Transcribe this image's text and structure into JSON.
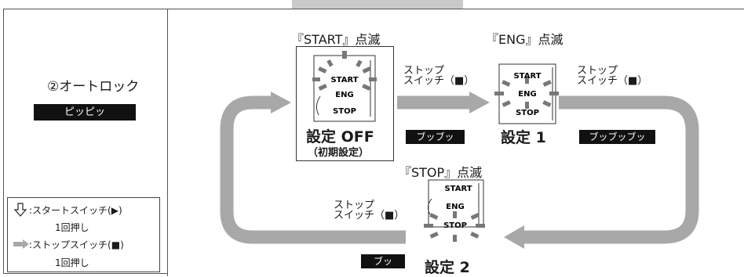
{
  "left_panel": {
    "title": "②オートロック",
    "sound": "ピッピッ",
    "legend": {
      "start_switch": ":スタートスイッチ(▶)",
      "start_press": "1回押し",
      "stop_switch": ":ストップスイッチ(■)",
      "stop_press": "1回押し"
    }
  },
  "states": {
    "off": {
      "blink_label": "『START』点滅",
      "setting_label": "設定 OFF",
      "sub_label": "（初期設定）",
      "button_labels": [
        "START",
        "ENG",
        "STOP"
      ]
    },
    "one": {
      "blink_label": "『ENG』点滅",
      "setting_label": "設定 1",
      "button_labels": [
        "START",
        "ENG",
        "STOP"
      ]
    },
    "two": {
      "blink_label": "『STOP』点滅",
      "setting_label": "設定 2",
      "button_labels": [
        "START",
        "ENG",
        "STOP"
      ]
    }
  },
  "transitions": {
    "off_to_one": {
      "line1": "ストップ",
      "line2": "スイッチ（■）",
      "sound": "ブッブッ"
    },
    "one_to_two": {
      "line1": "ストップ",
      "line2": "スイッチ（■）",
      "sound": "ブッブッブッ"
    },
    "two_to_off": {
      "line1": "ストップ",
      "line2": "スイッチ（■）",
      "sound": "ブッ"
    }
  },
  "colors": {
    "arrow": "#a8a8a8",
    "sound_bg": "#111111",
    "frame": "#555555"
  }
}
